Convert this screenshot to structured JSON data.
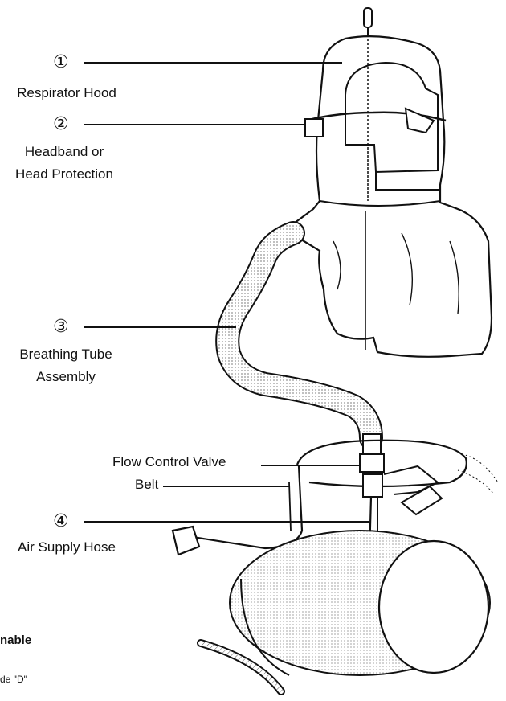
{
  "labels": {
    "hood_num": "①",
    "hood": "Respirator Hood",
    "headband_num": "②",
    "headband_line1": "Headband or",
    "headband_line2": "Head Protection",
    "tube_num": "③",
    "tube_line1": "Breathing Tube",
    "tube_line2": "Assembly",
    "valve": "Flow Control Valve",
    "belt": "Belt",
    "hose_num": "④",
    "hose": "Air Supply Hose"
  },
  "fragments": {
    "bold_partial": "nable",
    "small_partial": "de \"D\""
  }
}
